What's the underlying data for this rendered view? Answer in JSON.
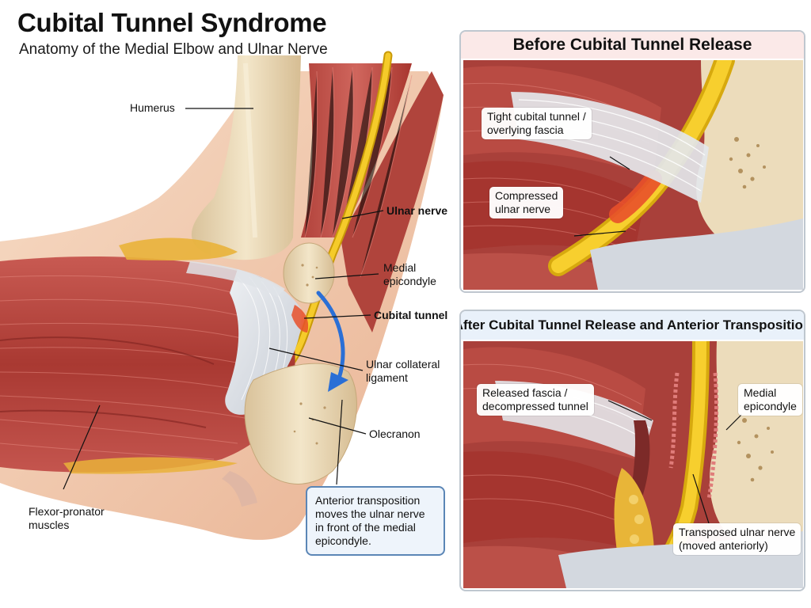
{
  "header": {
    "title": "Cubital Tunnel Syndrome",
    "subtitle": "Anatomy of the Medial Elbow and Ulnar Nerve"
  },
  "main_labels": {
    "humerus": "Humerus",
    "ulnar_nerve": "Ulnar nerve",
    "medial_epicondyle": [
      "Medial",
      "epicondyle"
    ],
    "cubital_tunnel": "Cubital tunnel",
    "ulnar_collateral_ligament": [
      "Ulnar collateral",
      "ligament"
    ],
    "olecranon": "Olecranon",
    "flexor_pronator": [
      "Flexor-pronator",
      "muscles"
    ]
  },
  "transposition_note": [
    "Anterior transposition",
    "moves the ulnar nerve",
    "in front of the medial",
    "epicondyle."
  ],
  "panel_before": {
    "title": "Before Cubital Tunnel Release",
    "tight_fascia": [
      "Tight cubital tunnel /",
      "overlying fascia"
    ],
    "compressed_nerve": [
      "Compressed",
      "ulnar nerve"
    ]
  },
  "panel_after": {
    "title": "After Cubital Tunnel Release and Anterior Transposition",
    "released_fascia": [
      "Released fascia /",
      "decompressed tunnel"
    ],
    "medial_epicondyle": [
      "Medial",
      "epicondyle"
    ],
    "transposed_nerve": [
      "Transposed ulnar nerve",
      "(moved anteriorly)"
    ]
  },
  "colors": {
    "muscle": "#b8413c",
    "muscle_dark": "#8e2a27",
    "bone": "#e9d8b6",
    "ligament": "#d9dde3",
    "nerve": "#f2c21a",
    "skin": "#f0c4a6",
    "compression": "#e8502a",
    "arrow": "#2a6fd6"
  }
}
